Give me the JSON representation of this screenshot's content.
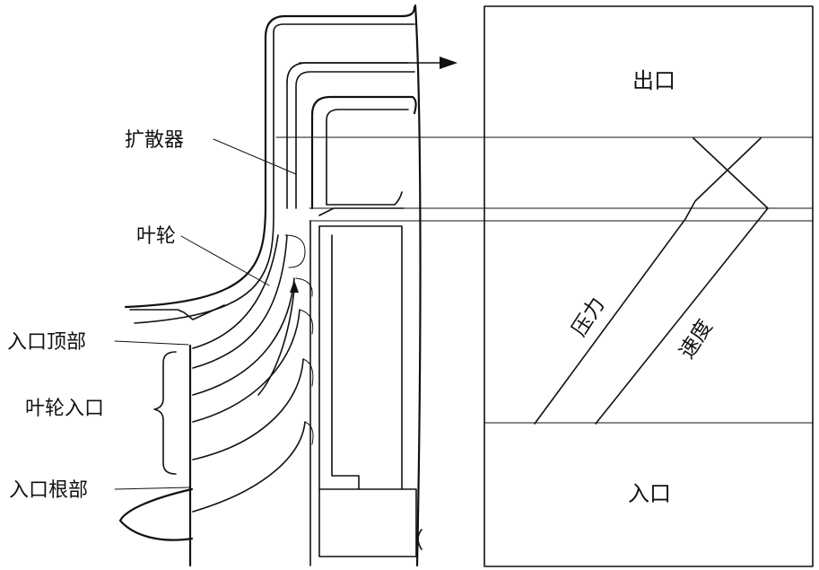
{
  "labels": {
    "diffuser": "扩散器",
    "impeller": "叶轮",
    "inlet_tip": "入口顶部",
    "impeller_inlet": "叶轮入口",
    "inlet_root": "入口根部"
  },
  "chart": {
    "outlet": "出口",
    "inlet": "入口",
    "pressure": "压力",
    "velocity": "速度"
  }
}
